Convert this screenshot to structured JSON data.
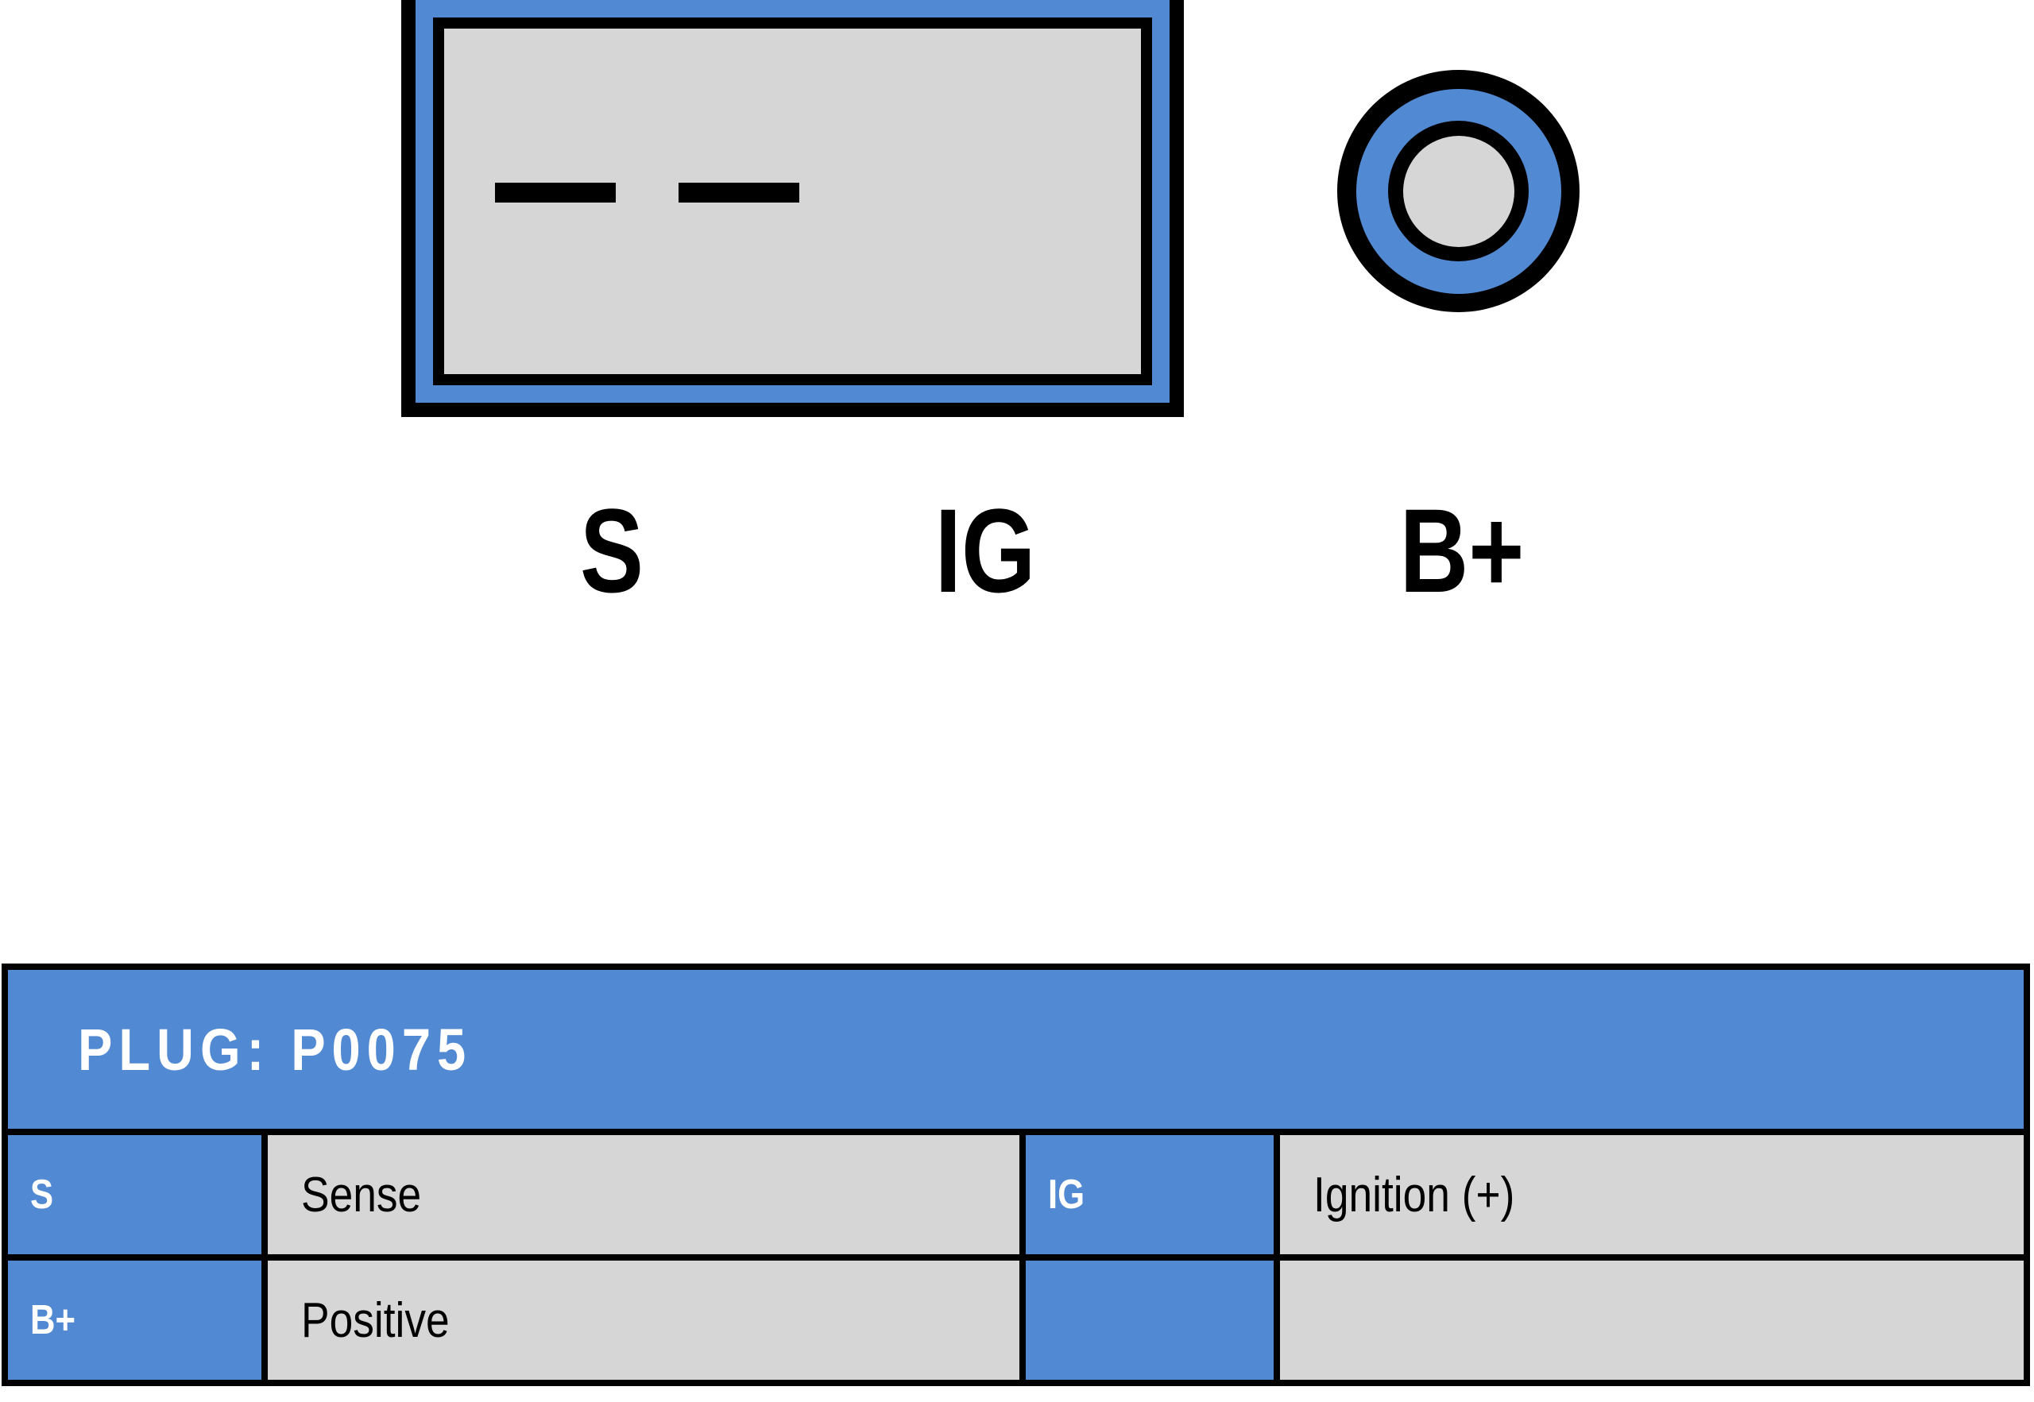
{
  "colors": {
    "accent_blue": "#5189D3",
    "fill_gray": "#D6D6D6",
    "outline_black": "#000000",
    "text_white": "#FFFFFF"
  },
  "connector": {
    "housing_label": "rectangular-plug-housing",
    "blades": [
      {
        "id": "blade-s",
        "terminal": "S"
      },
      {
        "id": "blade-ig",
        "terminal": "IG"
      }
    ],
    "round_terminal": {
      "id": "b-plus-terminal",
      "terminal": "B+"
    },
    "pin_labels": [
      {
        "id": "pin-s",
        "text": "S"
      },
      {
        "id": "pin-ig",
        "text": "IG"
      },
      {
        "id": "pin-b",
        "text": "B+"
      }
    ]
  },
  "table": {
    "title": "PLUG: P0075",
    "rows": [
      {
        "key1": "S",
        "val1": "Sense",
        "key2": "IG",
        "val2": "Ignition (+)"
      },
      {
        "key1": "B+",
        "val1": "Positive",
        "key2": "",
        "val2": ""
      }
    ]
  }
}
